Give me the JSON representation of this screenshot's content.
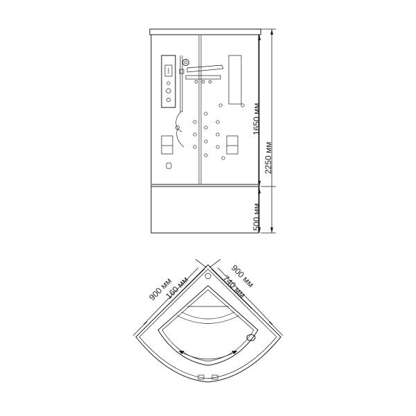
{
  "drawing": {
    "front_view": {
      "height_label_total": "2250 мм",
      "height_label_cabin": "1650 мм",
      "height_label_base": "500 мм"
    },
    "plan_view": {
      "width_left_outer": "900 мм",
      "width_left_inner": "160 мм",
      "width_right_outer": "900 мм",
      "width_right_inner": "740 мм"
    }
  }
}
